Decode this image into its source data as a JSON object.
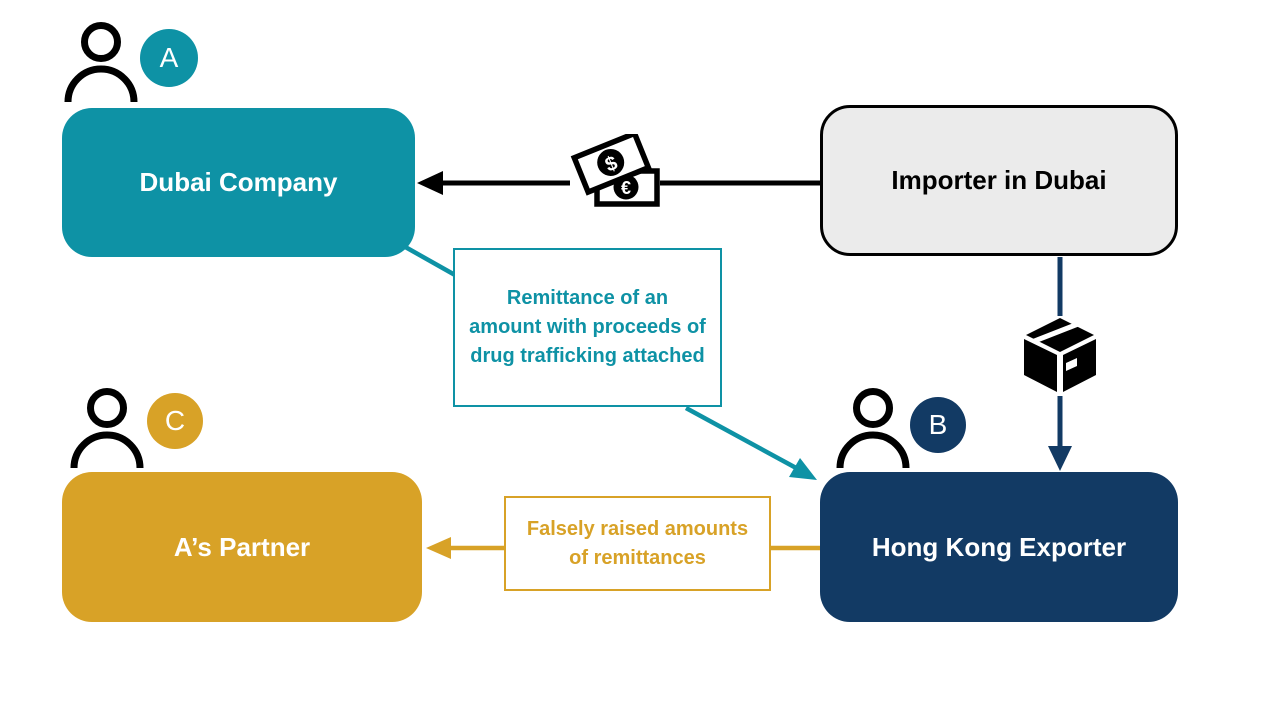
{
  "colors": {
    "teal": "#0E92A5",
    "navy": "#123A64",
    "gold": "#D8A227",
    "gray_fill": "#EBEBEB",
    "black": "#000000"
  },
  "nodes": {
    "dubai_company": {
      "label": "Dubai Company",
      "badge_letter": "A"
    },
    "importer_in_dubai": {
      "label": "Importer in Dubai"
    },
    "hong_kong_exporter": {
      "label": "Hong Kong Exporter",
      "badge_letter": "B"
    },
    "as_partner": {
      "label": "A’s Partner",
      "badge_letter": "C"
    }
  },
  "annotations": {
    "remittance_note": "Remittance of an amount with proceeds of drug trafficking attached",
    "falsely_raised_note": "Falsely raised amounts of remittances"
  },
  "money_icon": {
    "dollar_symbol": "$",
    "euro_symbol": "€"
  }
}
